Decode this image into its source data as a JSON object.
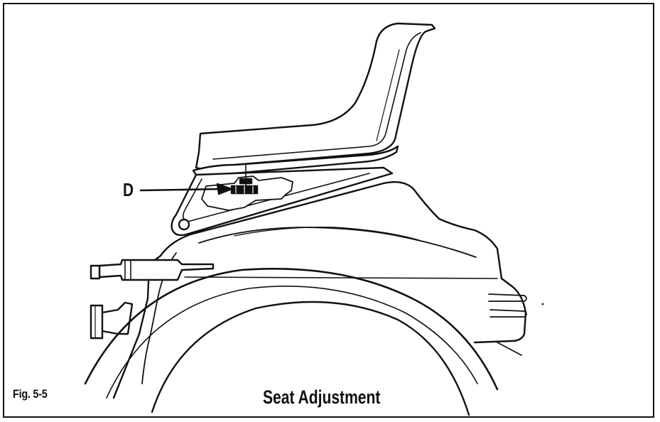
{
  "figure": {
    "label": "Fig. 5-5",
    "caption": "Seat Adjustment",
    "callout": "D"
  },
  "colors": {
    "ink": "#111111",
    "paper": "#ffffff"
  }
}
